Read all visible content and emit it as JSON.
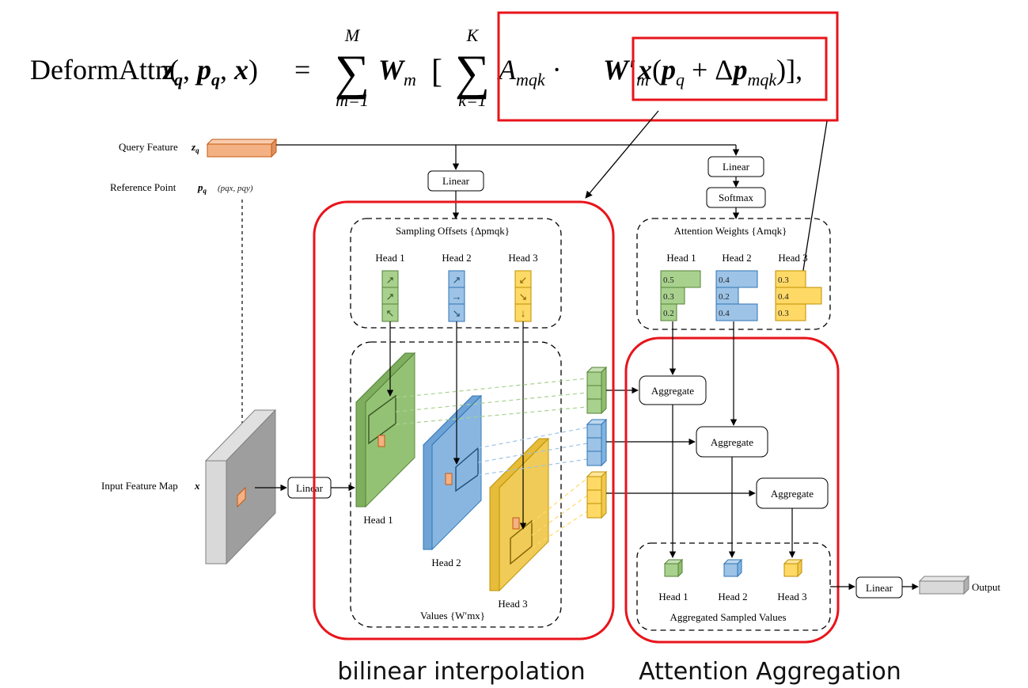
{
  "equation": {
    "lhs": "DeformAttn(",
    "lhs_args": "z",
    "eq_text": "=",
    "sum_outer_upper": "M",
    "sum_outer_lower": "m=1",
    "sum_inner_upper": "K",
    "sum_inner_lower": "k=1",
    "term_w": "W",
    "term_w_sub": "m",
    "term_a": "A",
    "term_a_sub": "mqk",
    "term_wprime": "W′",
    "term_x": "x(",
    "term_pq": "p",
    "term_plus": "+ Δ",
    "term_pmqk": "p",
    "close": ")],"
  },
  "labels": {
    "query_feature": "Query Feature",
    "reference_point": "Reference Point",
    "ref_coords": "(pqx, pqy)",
    "input_feature_map": "Input Feature Map",
    "output": "Output",
    "sampling_offsets": "Sampling Offsets {Δpmqk}",
    "attention_weights": "Attention Weights {Amqk}",
    "values": "Values {W′mx}",
    "aggregated_values": "Aggregated Sampled Values"
  },
  "buttons": {
    "linear": "Linear",
    "softmax": "Softmax",
    "aggregate": "Aggregate"
  },
  "heads": [
    "Head 1",
    "Head 2",
    "Head 3"
  ],
  "attention_weights": {
    "head1": [
      "0.5",
      "0.3",
      "0.2"
    ],
    "head2": [
      "0.4",
      "0.2",
      "0.4"
    ],
    "head3": [
      "0.3",
      "0.4",
      "0.3"
    ]
  },
  "captions": {
    "left": "bilinear interpolation",
    "right": "Attention Aggregation"
  },
  "colors": {
    "green": "#a9d18e",
    "blue": "#9dc3e6",
    "yellow": "#ffd966",
    "orange": "#f4b183",
    "highlight_red": "#e8141b"
  }
}
